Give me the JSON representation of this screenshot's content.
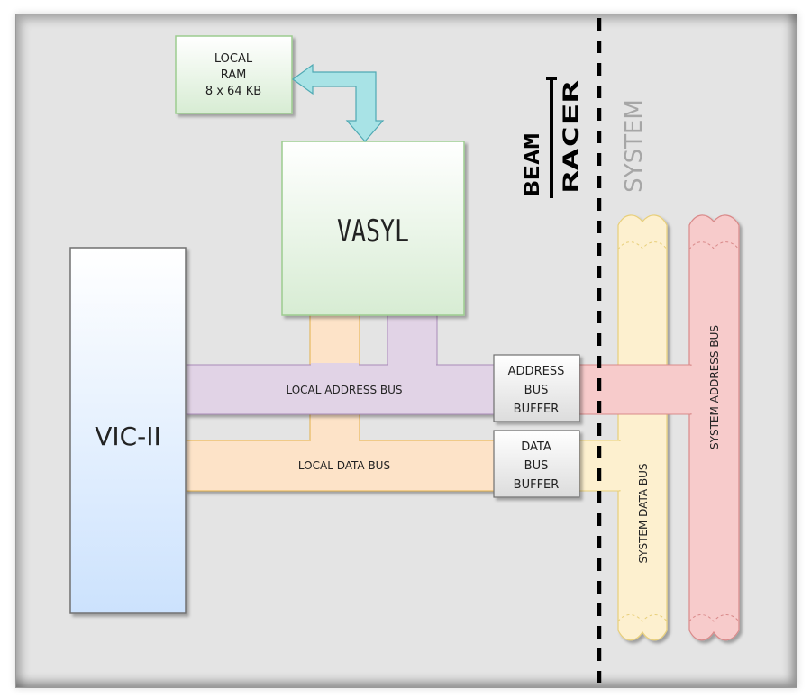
{
  "diagram": {
    "local_ram": {
      "lines": [
        "LOCAL",
        "RAM",
        "8 x 64 KB"
      ]
    },
    "vasyl": {
      "label": "VASYL"
    },
    "vic": {
      "label": "VIC-II"
    },
    "local_address_bus": {
      "label": "LOCAL ADDRESS BUS"
    },
    "local_data_bus": {
      "label": "LOCAL DATA BUS"
    },
    "address_buffer": {
      "lines": [
        "ADDRESS",
        "BUS",
        "BUFFER"
      ]
    },
    "data_buffer": {
      "lines": [
        "DATA",
        "BUS",
        "BUFFER"
      ]
    },
    "system_data_bus": {
      "label": "SYSTEM DATA BUS"
    },
    "system_address_bus": {
      "label": "SYSTEM ADDRESS BUS"
    },
    "system_label": "SYSTEM",
    "logo": {
      "lines": [
        "BEAM",
        "RACER"
      ]
    },
    "colors": {
      "address_bus_fill": "#e1d3e6",
      "address_bus_stroke": "#a98bb8",
      "data_bus_fill": "#fde3c8",
      "data_bus_stroke": "#e2b04a",
      "system_data_fill": "#fdf0cf",
      "system_data_stroke": "#e8cf7a",
      "system_address_fill": "#f7cbcb",
      "system_address_stroke": "#d98a8a",
      "arrow_fill": "#a8e3e6",
      "arrow_stroke": "#4fa9b3"
    }
  }
}
